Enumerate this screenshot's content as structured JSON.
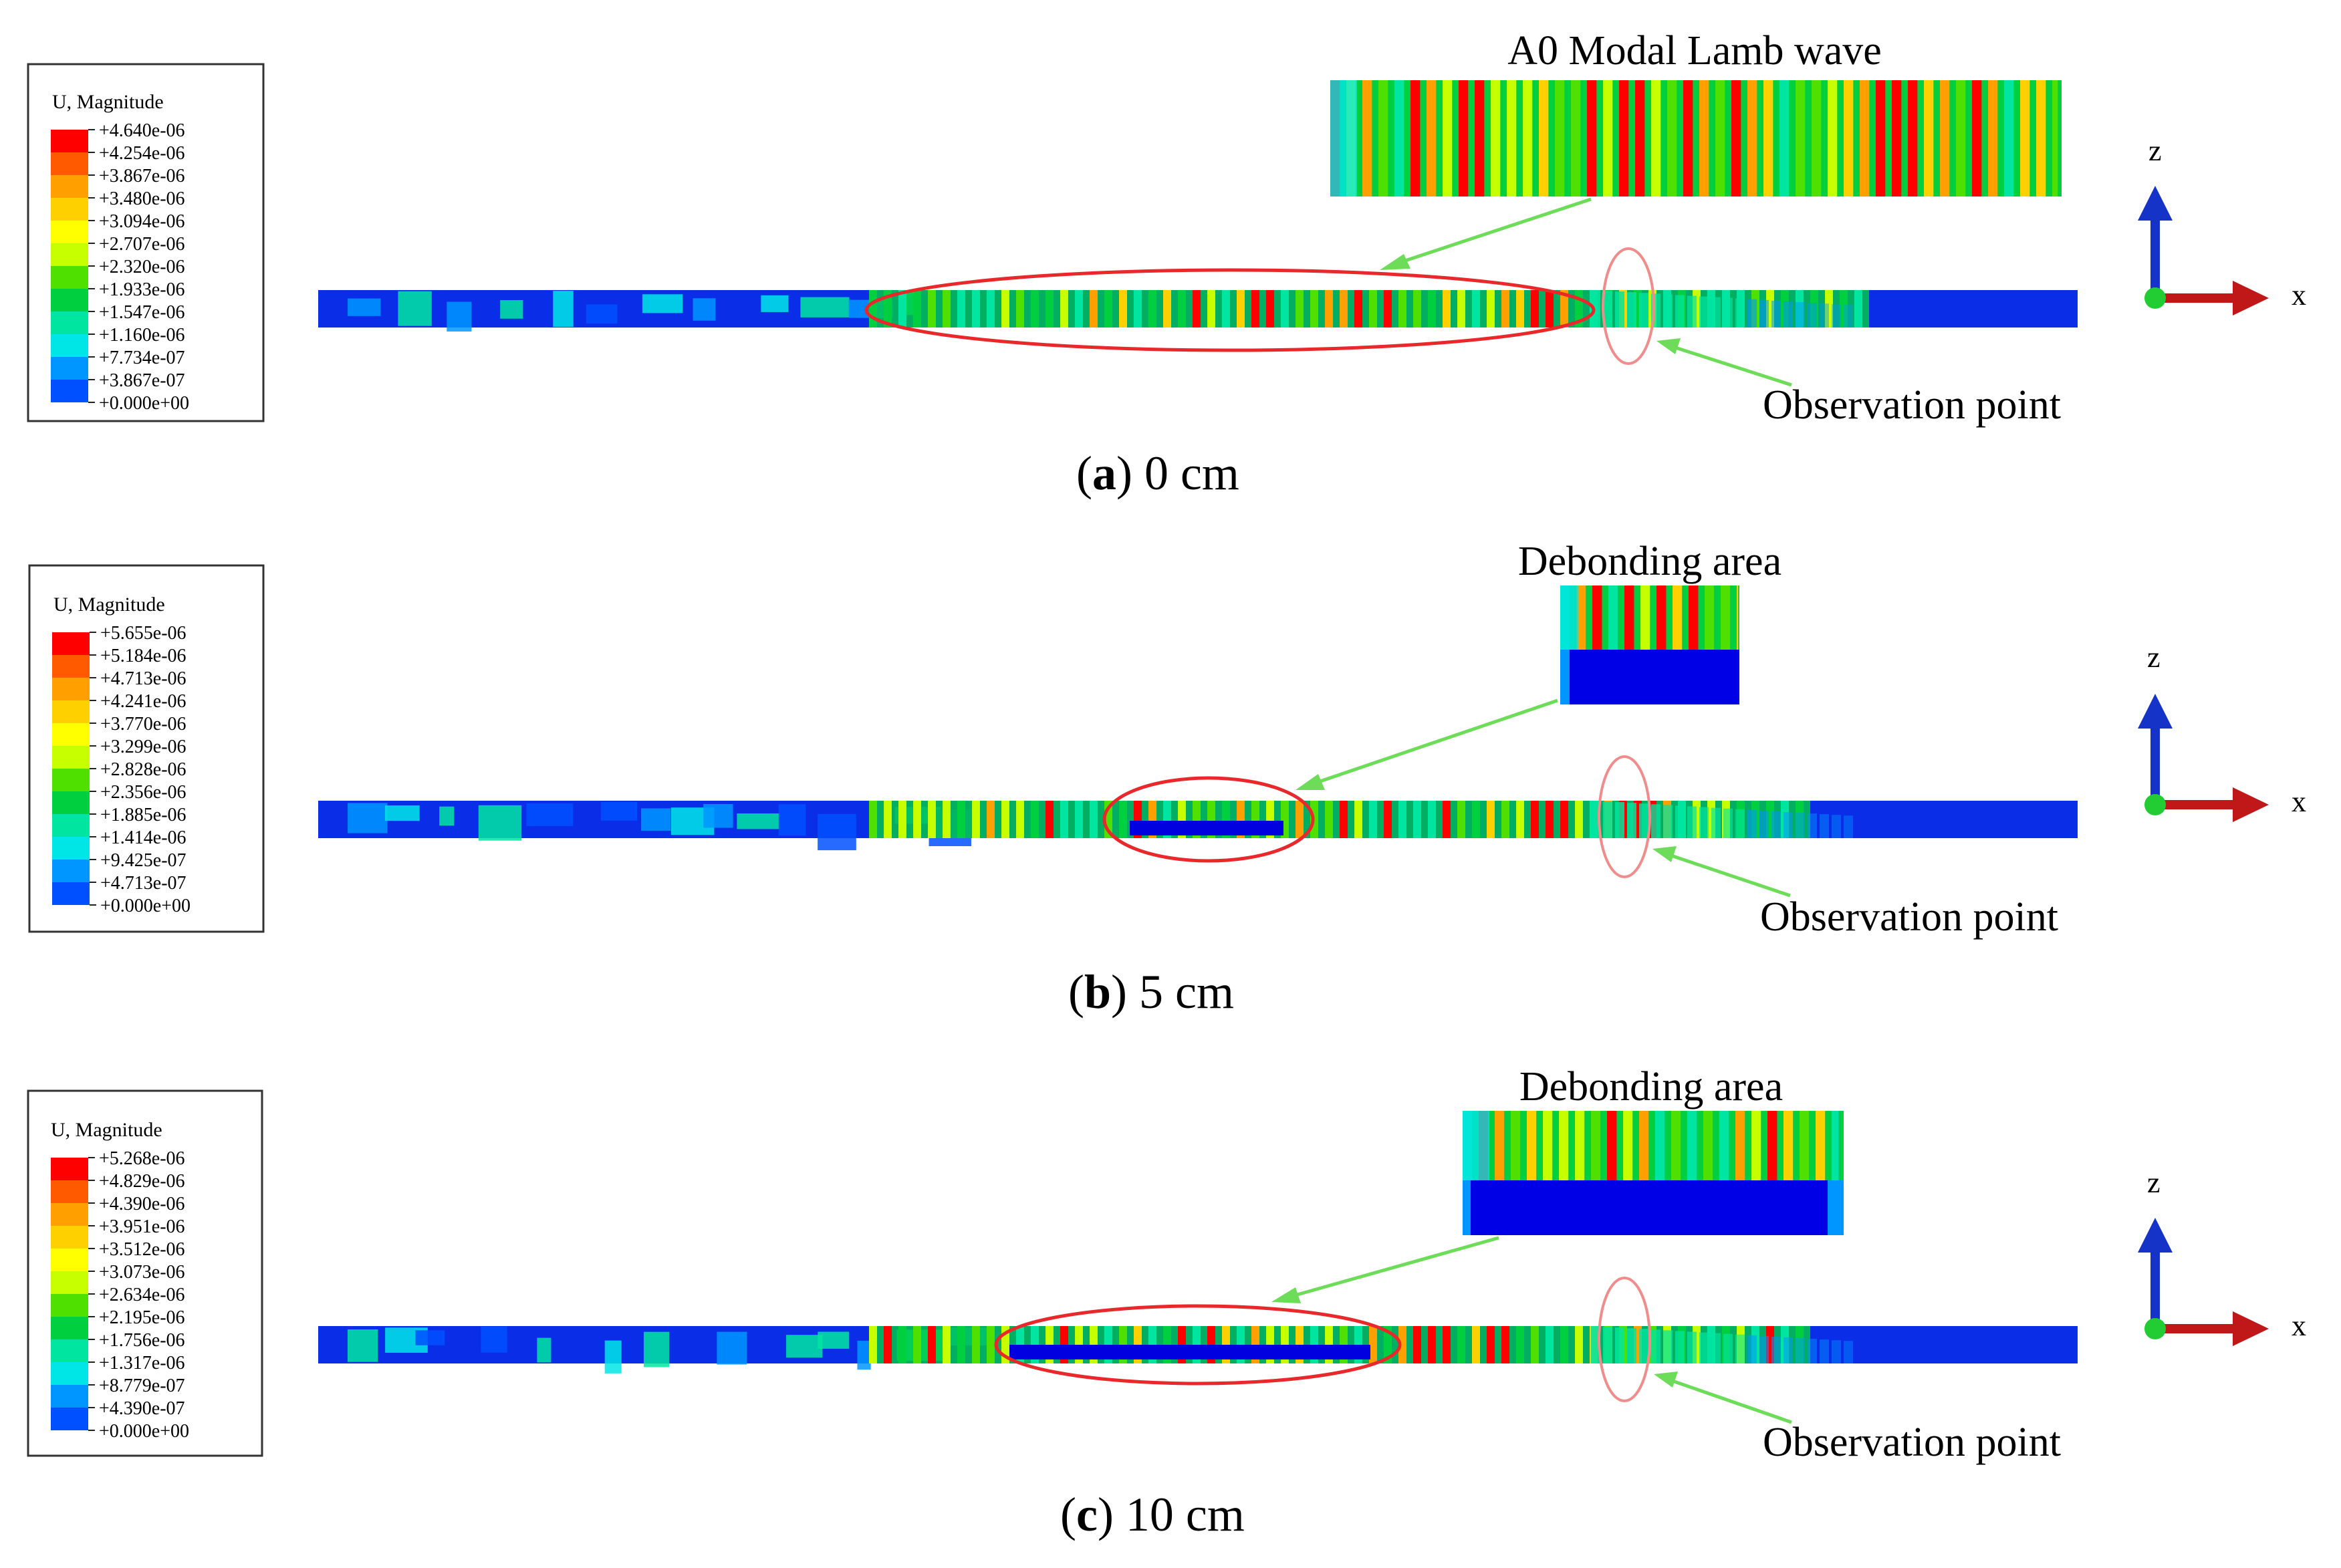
{
  "colors": {
    "red": "#ff0000",
    "red_orange": "#ff5a00",
    "orange": "#ffa000",
    "yellow_orange": "#ffd000",
    "yellow": "#ffff00",
    "yellow_green": "#c8ff00",
    "green": "#50e000",
    "medium_green": "#00d040",
    "spring_green": "#00e6a0",
    "cyan": "#00e6e6",
    "sky_blue": "#0096ff",
    "blue": "#0050ff",
    "dark_blue": "#0000e0",
    "ellipse_red": "#e8282a",
    "ellipse_pink": "#f08c8c",
    "arrow_green": "#6ddc58",
    "axis_blue": "#1633c8",
    "axis_red": "#c01818",
    "axis_origin_green": "#22cc33"
  },
  "panels": [
    {
      "id": "a",
      "caption_letter": "a",
      "caption_text": ") 0 cm",
      "legend": {
        "title": "U, Magnitude",
        "values": [
          "+4.640e-06",
          "+4.254e-06",
          "+3.867e-06",
          "+3.480e-06",
          "+3.094e-06",
          "+2.707e-06",
          "+2.320e-06",
          "+1.933e-06",
          "+1.547e-06",
          "+1.160e-06",
          "+7.734e-07",
          "+3.867e-07",
          "+0.000e+00"
        ]
      },
      "inset_label": "A0 Modal Lamb wave",
      "observation_label": "Observation point",
      "axis_z": "z",
      "axis_x": "x"
    },
    {
      "id": "b",
      "caption_letter": "b",
      "caption_text": ") 5 cm",
      "legend": {
        "title": "U, Magnitude",
        "values": [
          "+5.655e-06",
          "+5.184e-06",
          "+4.713e-06",
          "+4.241e-06",
          "+3.770e-06",
          "+3.299e-06",
          "+2.828e-06",
          "+2.356e-06",
          "+1.885e-06",
          "+1.414e-06",
          "+9.425e-07",
          "+4.713e-07",
          "+0.000e+00"
        ]
      },
      "inset_label": "Debonding area",
      "observation_label": "Observation point",
      "axis_z": "z",
      "axis_x": "x"
    },
    {
      "id": "c",
      "caption_letter": "c",
      "caption_text": ") 10 cm",
      "legend": {
        "title": "U, Magnitude",
        "values": [
          "+5.268e-06",
          "+4.829e-06",
          "+4.390e-06",
          "+3.951e-06",
          "+3.512e-06",
          "+3.073e-06",
          "+2.634e-06",
          "+2.195e-06",
          "+1.756e-06",
          "+1.317e-06",
          "+8.779e-07",
          "+4.390e-07",
          "+0.000e+00"
        ]
      },
      "inset_label": "Debonding area",
      "observation_label": "Observation point",
      "axis_z": "z",
      "axis_x": "x"
    }
  ]
}
